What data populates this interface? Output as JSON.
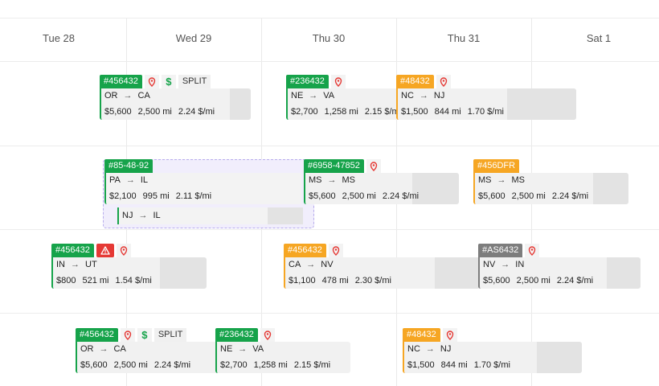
{
  "days": [
    "Tue 28",
    "Wed 29",
    "Thu 30",
    "Thu 31",
    "Sat 1"
  ],
  "loads": [
    {
      "id": "#456432",
      "color": "#16a34a",
      "split": true,
      "split_label": "SPLIT",
      "from": "OR",
      "to": "CA",
      "price": "$5,600",
      "miles": "2,500 mi",
      "rate": "2.24 $/mi"
    },
    {
      "id": "#236432",
      "color": "#16a34a",
      "from": "NE",
      "to": "VA",
      "price": "$2,700",
      "miles": "1,258 mi",
      "rate": "2.15 $/mi"
    },
    {
      "id": "#48432",
      "color": "#f6a623",
      "from": "NC",
      "to": "NJ",
      "price": "$1,500",
      "miles": "844 mi",
      "rate": "1.70 $/mi"
    },
    {
      "id": "#85-48-92",
      "color": "#16a34a",
      "from": "PA",
      "to": "IL",
      "price": "$2,100",
      "miles": "995 mi",
      "rate": "2.11 $/mi",
      "sub_from": "NJ",
      "sub_to": "IL"
    },
    {
      "id": "#6958-47852",
      "color": "#16a34a",
      "from": "MS",
      "to": "MS",
      "price": "$5,600",
      "miles": "2,500 mi",
      "rate": "2.24 $/mi"
    },
    {
      "id": "#456DFR",
      "color": "#f6a623",
      "from": "MS",
      "to": "MS",
      "price": "$5,600",
      "miles": "2,500 mi",
      "rate": "2.24 $/mi"
    },
    {
      "id": "#456432",
      "color": "#16a34a",
      "warning": true,
      "from": "IN",
      "to": "UT",
      "price": "$800",
      "miles": "521 mi",
      "rate": "1.54 $/mi"
    },
    {
      "id": "#456432",
      "color": "#f6a623",
      "from": "CA",
      "to": "NV",
      "price": "$1,100",
      "miles": "478 mi",
      "rate": "2.30 $/mi"
    },
    {
      "id": "#AS6432",
      "color": "#7d7d7d",
      "from": "NV",
      "to": "IN",
      "price": "$5,600",
      "miles": "2,500 mi",
      "rate": "2.24 $/mi"
    },
    {
      "id": "#456432",
      "color": "#16a34a",
      "split": true,
      "split_label": "SPLIT",
      "from": "OR",
      "to": "CA",
      "price": "$5,600",
      "miles": "2,500 mi",
      "rate": "2.24 $/mi"
    },
    {
      "id": "#236432",
      "color": "#16a34a",
      "from": "NE",
      "to": "VA",
      "price": "$2,700",
      "miles": "1,258 mi",
      "rate": "2.15 $/mi"
    },
    {
      "id": "#48432",
      "color": "#f6a623",
      "from": "NC",
      "to": "NJ",
      "price": "$1,500",
      "miles": "844 mi",
      "rate": "1.70 $/mi"
    }
  ]
}
